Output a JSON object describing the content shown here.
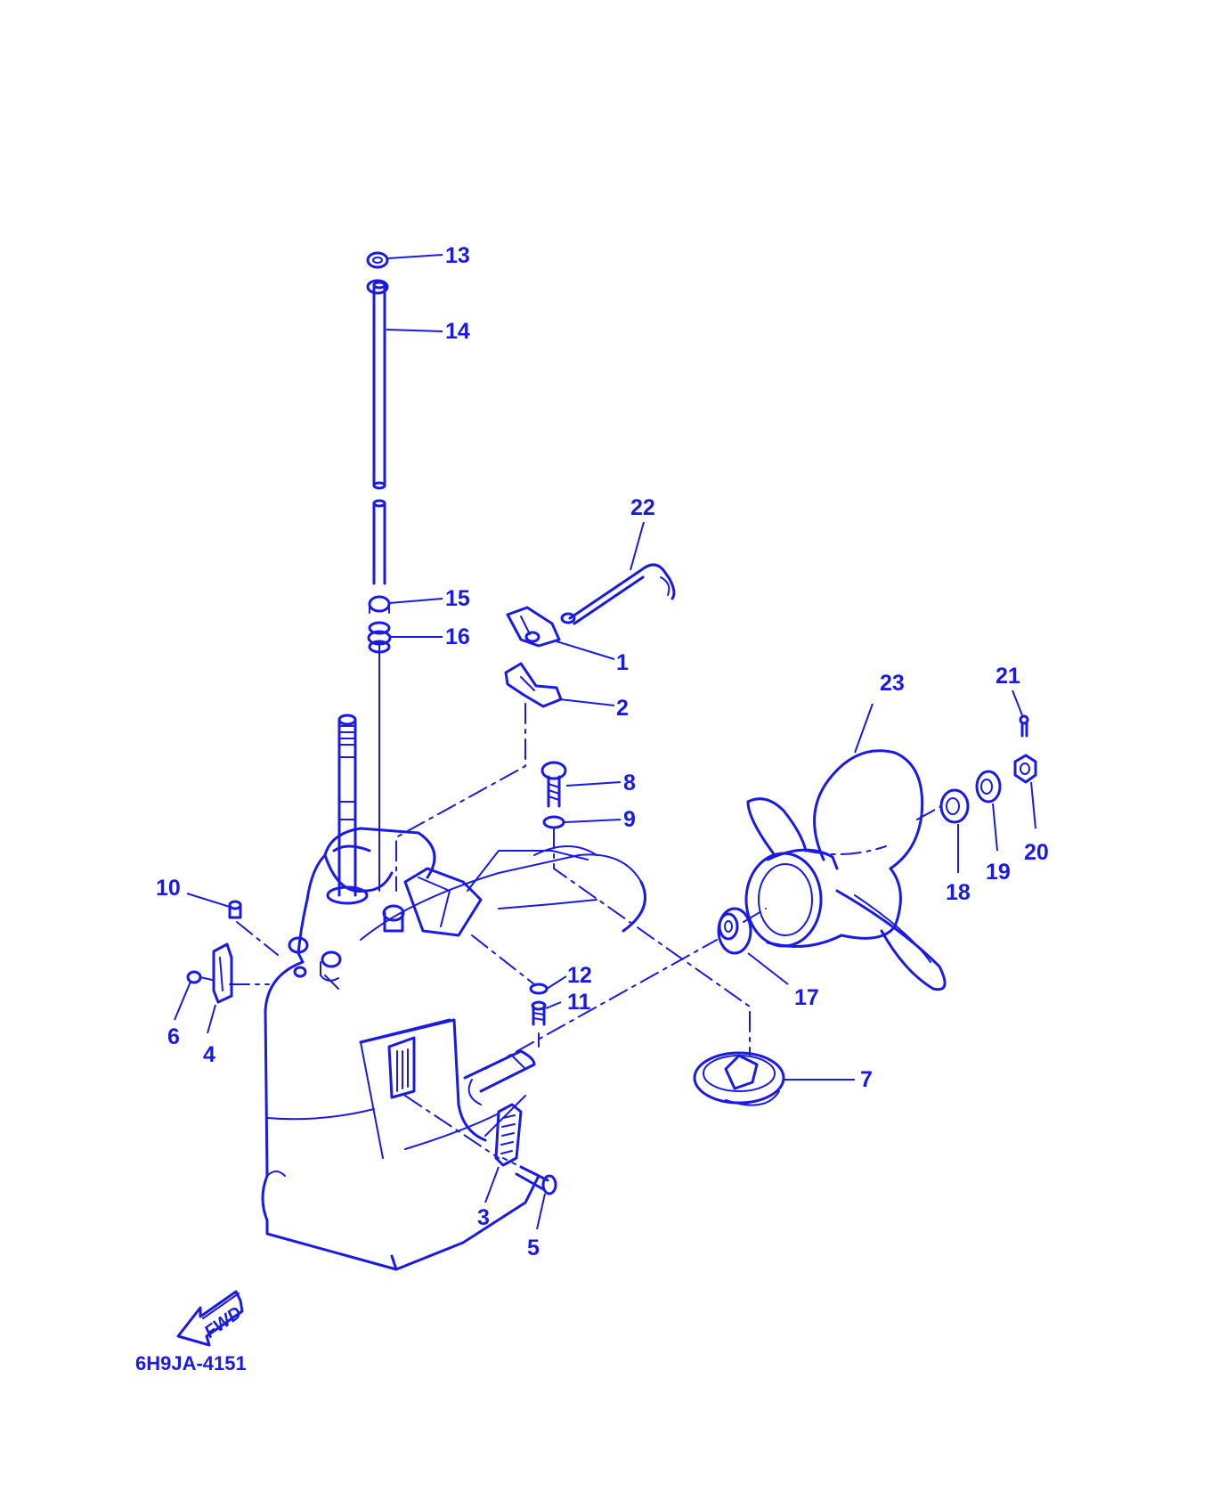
{
  "diagram": {
    "drawing_code": "6H9JA-4151",
    "direction_arrow_label": "FWD",
    "part_labels": {
      "p1": "1",
      "p2": "2",
      "p3": "3",
      "p4": "4",
      "p5": "5",
      "p6": "6",
      "p7": "7",
      "p8": "8",
      "p9": "9",
      "p10": "10",
      "p11": "11",
      "p12": "12",
      "p13": "13",
      "p14": "14",
      "p15": "15",
      "p16": "16",
      "p17": "17",
      "p18": "18",
      "p19": "19",
      "p20": "20",
      "p21": "21",
      "p22": "22",
      "p23": "23"
    },
    "line_color": "#1a1ae6"
  }
}
